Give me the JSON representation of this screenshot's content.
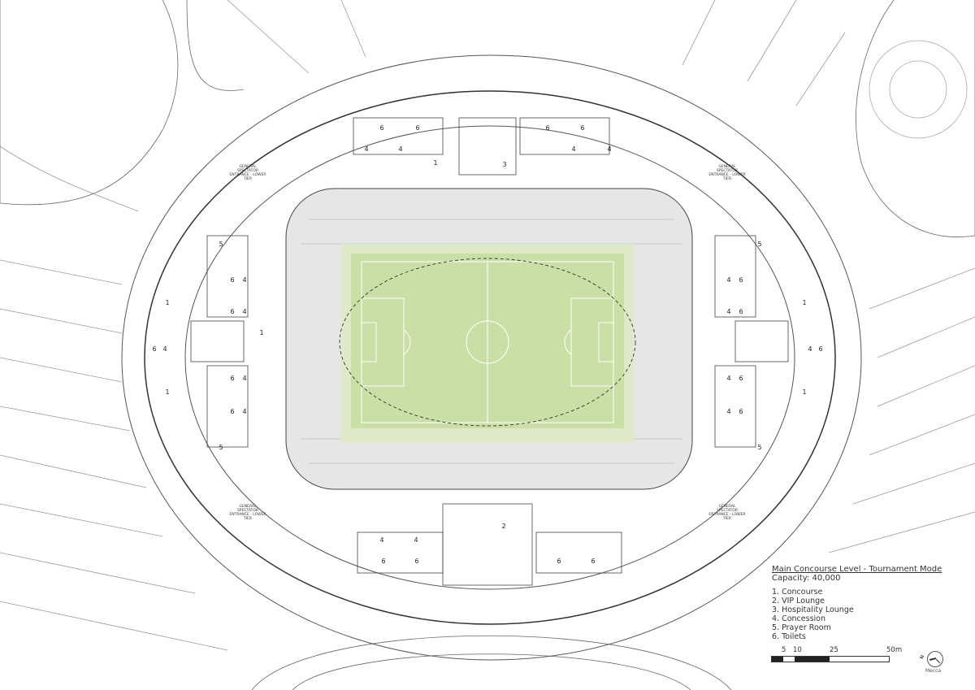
{
  "legend": {
    "title": "Main Concourse Level - Tournament Mode",
    "capacity": "Capacity: 40,000",
    "items": [
      "1. Concourse",
      "2. VIP Lounge",
      "3. Hospitality Lounge",
      "4. Concession",
      "5. Prayer Room",
      "6. Toilets"
    ]
  },
  "scale_bar": {
    "labels": [
      "5",
      "10",
      "25",
      "50m"
    ]
  },
  "compass": {
    "north": "N",
    "label": "Mecca"
  },
  "entrance_label": [
    "GENERAL",
    "SPECTATOR",
    "ENTRANCE - LOWER",
    "TIER"
  ],
  "room_labels": {
    "concourse": "1",
    "vip": "2",
    "hospitality": "3",
    "concession": "4",
    "prayer": "5",
    "toilets": "6"
  },
  "colors": {
    "pitch": "#c9dfa6",
    "pitch_edge": "#dde9c8",
    "lines": "#333333",
    "seating": "#c8c8c8"
  }
}
